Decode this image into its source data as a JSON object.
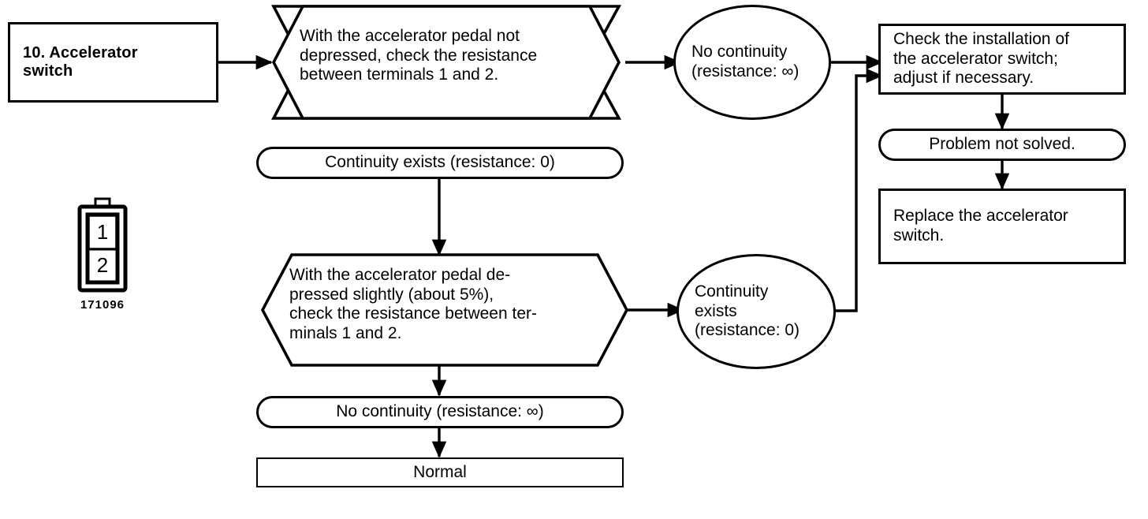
{
  "diagram": {
    "title": "10. Accelerator switch",
    "type": "troubleshooting-flowchart"
  },
  "nodes": {
    "start_box": {
      "label": "10. Accelerator\n     switch",
      "shape": "rectangle"
    },
    "test1": {
      "label": "With the accelerator pedal not\ndepressed, check the resistance\nbetween terminals 1 and 2.",
      "shape": "hexagon"
    },
    "result1_no_continuity": {
      "label": "No continuity\n(resistance:  ∞)",
      "shape": "oval"
    },
    "result1_continuity": {
      "label": "Continuity exists (resistance: 0)",
      "shape": "stadium"
    },
    "test2": {
      "label": "With the accelerator pedal de-\npressed slightly (about 5%),\ncheck the resistance between ter-\nminals 1 and 2.",
      "shape": "hexagon"
    },
    "result2_continuity": {
      "label": "Continuity\nexists\n(resistance: 0)",
      "shape": "oval"
    },
    "result2_no_continuity": {
      "label": "No continuity (resistance:  ∞)",
      "shape": "stadium"
    },
    "normal": {
      "label": "Normal",
      "shape": "rectangle"
    },
    "action_check": {
      "label": "Check the installation of\nthe accelerator switch;\nadjust if necessary.",
      "shape": "rectangle"
    },
    "problem_not_solved": {
      "label": "Problem not solved.",
      "shape": "stadium"
    },
    "action_replace": {
      "label": "Replace the accelerator\nswitch.",
      "shape": "rectangle"
    }
  },
  "connector_figure": {
    "terminal_top": "1",
    "terminal_bottom": "2",
    "part_number": "171096"
  },
  "colors": {
    "stroke": "#000000",
    "background": "#ffffff",
    "text": "#000000"
  }
}
